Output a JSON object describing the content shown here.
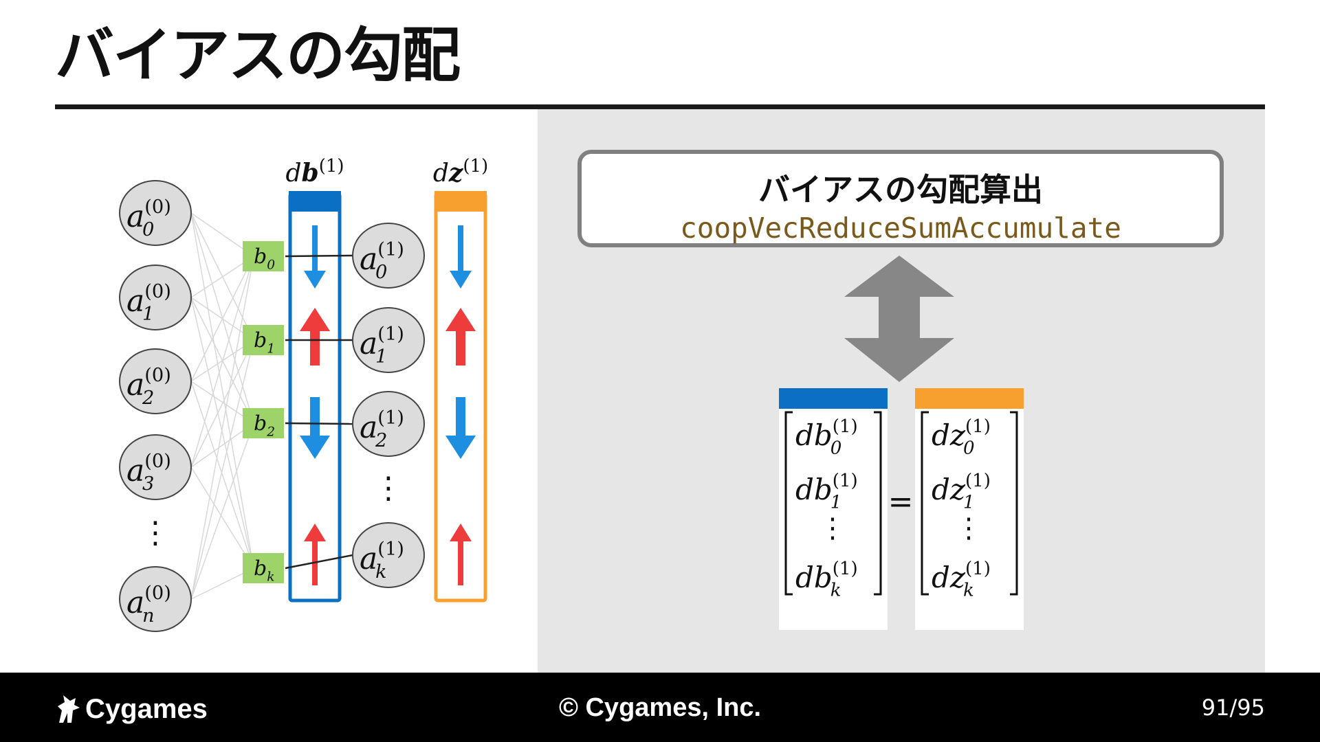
{
  "slide": {
    "title": "バイアスの勾配",
    "page_number": "91/95"
  },
  "footer": {
    "logo_text": "Cygames",
    "copyright": "© Cygames, Inc."
  },
  "code_box": {
    "title": "バイアスの勾配算出",
    "function_name": "coopVecReduceSumAccumulate"
  },
  "network": {
    "input_nodes": [
      {
        "base": "a",
        "sup": "(0)",
        "sub": "0"
      },
      {
        "base": "a",
        "sup": "(0)",
        "sub": "1"
      },
      {
        "base": "a",
        "sup": "(0)",
        "sub": "2"
      },
      {
        "base": "a",
        "sup": "(0)",
        "sub": "3"
      },
      {
        "base": "a",
        "sup": "(0)",
        "sub": "n"
      }
    ],
    "input_ellipsis": "⋮",
    "bias_labels": [
      {
        "base": "b",
        "sub": "0"
      },
      {
        "base": "b",
        "sub": "1"
      },
      {
        "base": "b",
        "sub": "2"
      },
      {
        "base": "b",
        "sub": "k"
      }
    ],
    "output_nodes": [
      {
        "base": "a",
        "sup": "(1)",
        "sub": "0"
      },
      {
        "base": "a",
        "sup": "(1)",
        "sub": "1"
      },
      {
        "base": "a",
        "sup": "(1)",
        "sub": "2"
      },
      {
        "base": "a",
        "sup": "(1)",
        "sub": "k"
      }
    ],
    "output_ellipsis": "⋮",
    "db_label": {
      "d": "d",
      "bold": "b",
      "sup": "(1)"
    },
    "dz_label": {
      "d": "d",
      "bold": "z",
      "sup": "(1)"
    },
    "arrow_directions": [
      "down",
      "up",
      "down",
      "up"
    ],
    "colors": {
      "db_column": "#0b6fc4",
      "dz_column": "#f7a030",
      "arrow_blue": "#1e8fe0",
      "arrow_red": "#ee3b3b",
      "bias_box": "#9ed36a",
      "node_fill": "#dcdcdc",
      "swap_arrow": "#878787"
    }
  },
  "equation": {
    "db_entries": [
      {
        "base": "db",
        "sup": "(1)",
        "sub": "0"
      },
      {
        "base": "db",
        "sup": "(1)",
        "sub": "1"
      },
      {
        "base": "⋮"
      },
      {
        "base": "db",
        "sup": "(1)",
        "sub": "k"
      }
    ],
    "equals": "=",
    "dz_entries": [
      {
        "base": "dz",
        "sup": "(1)",
        "sub": "0"
      },
      {
        "base": "dz",
        "sup": "(1)",
        "sub": "1"
      },
      {
        "base": "⋮"
      },
      {
        "base": "dz",
        "sup": "(1)",
        "sub": "k"
      }
    ]
  }
}
